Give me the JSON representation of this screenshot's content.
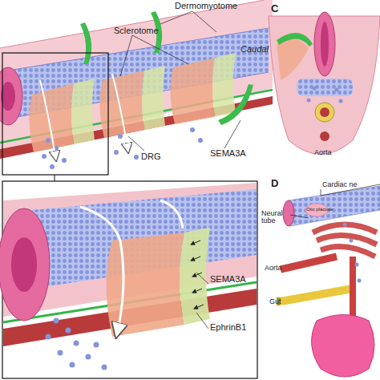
{
  "diagram": {
    "labels": [
      "Dermomyotome",
      "Sclerotome",
      "Caudal",
      "SEMA3A",
      "DRG",
      "SEMA3A",
      "EphrinB1",
      "C",
      "Aorta",
      "D",
      "Cardiac ne",
      "Neural tube",
      "Otic placode",
      "Aorta",
      "Gut"
    ]
  }
}
